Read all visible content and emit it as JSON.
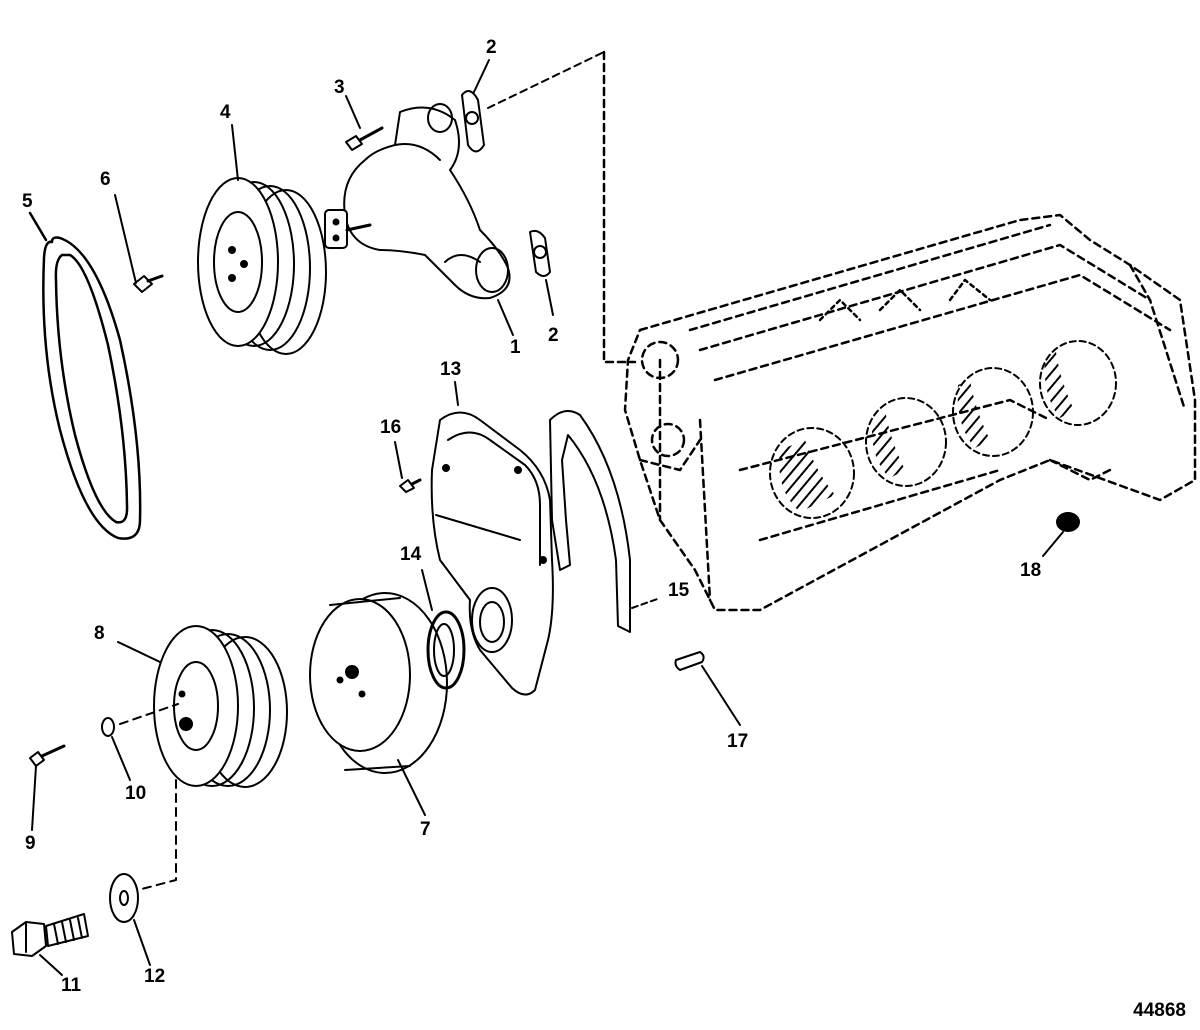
{
  "figure_id": "44868",
  "colors": {
    "ink": "#000000",
    "paper": "#ffffff"
  },
  "callouts": [
    {
      "label": "1",
      "part": "water-pump"
    },
    {
      "label": "2",
      "part": "water-pump-gasket-upper"
    },
    {
      "label": "2",
      "part": "water-pump-gasket-lower"
    },
    {
      "label": "3",
      "part": "water-pump-bolt"
    },
    {
      "label": "4",
      "part": "water-pump-pulley"
    },
    {
      "label": "5",
      "part": "drive-belt"
    },
    {
      "label": "6",
      "part": "pulley-bolt"
    },
    {
      "label": "7",
      "part": "harmonic-balancer"
    },
    {
      "label": "8",
      "part": "crankshaft-pulley"
    },
    {
      "label": "9",
      "part": "pulley-screw"
    },
    {
      "label": "10",
      "part": "lock-washer"
    },
    {
      "label": "11",
      "part": "balancer-bolt"
    },
    {
      "label": "12",
      "part": "balancer-washer"
    },
    {
      "label": "13",
      "part": "timing-cover"
    },
    {
      "label": "14",
      "part": "front-seal"
    },
    {
      "label": "15",
      "part": "timing-cover-gasket"
    },
    {
      "label": "16",
      "part": "timing-cover-screw"
    },
    {
      "label": "17",
      "part": "dowel-pin"
    },
    {
      "label": "18",
      "part": "plug"
    }
  ]
}
